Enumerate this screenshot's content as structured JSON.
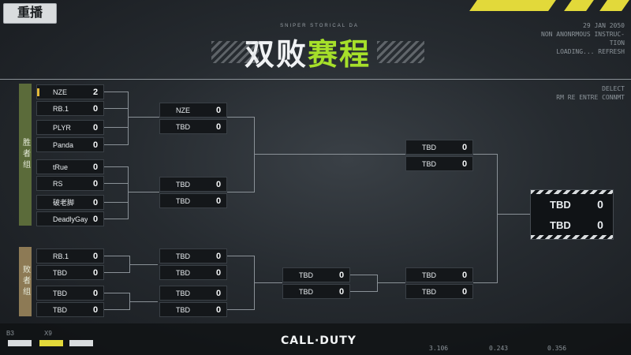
{
  "header": {
    "replay_label": "重播",
    "title_small": "SNIPER STORICAL DA",
    "title_part1": "双败",
    "title_part2": "赛程"
  },
  "info": {
    "date": "29 JAN 2050",
    "line2": "NON ANONRMOUS INSTRUC-",
    "line3": "TION",
    "line4": "LOADING... REFRESH",
    "line5": "DELECT",
    "line6": "RM RE ENTRE CONNMT"
  },
  "groups": {
    "winners": "胜者组",
    "losers": "败者组"
  },
  "winners_r1": [
    {
      "name": "NZE",
      "score": "2"
    },
    {
      "name": "RB.1",
      "score": "0"
    },
    {
      "name": "PLYR",
      "score": "0"
    },
    {
      "name": "Panda",
      "score": "0"
    },
    {
      "name": "tRue",
      "score": "0"
    },
    {
      "name": "RS",
      "score": "0"
    },
    {
      "name": "破老脚",
      "score": "0"
    },
    {
      "name": "DeadlyGay",
      "score": "0"
    }
  ],
  "winners_r2": [
    {
      "name": "NZE",
      "score": "0"
    },
    {
      "name": "TBD",
      "score": "0"
    },
    {
      "name": "TBD",
      "score": "0"
    },
    {
      "name": "TBD",
      "score": "0"
    }
  ],
  "winners_r3": [
    {
      "name": "TBD",
      "score": "0"
    },
    {
      "name": "TBD",
      "score": "0"
    }
  ],
  "losers_r1": [
    {
      "name": "RB.1",
      "score": "0"
    },
    {
      "name": "TBD",
      "score": "0"
    },
    {
      "name": "TBD",
      "score": "0"
    },
    {
      "name": "TBD",
      "score": "0"
    }
  ],
  "losers_r2": [
    {
      "name": "TBD",
      "score": "0"
    },
    {
      "name": "TBD",
      "score": "0"
    },
    {
      "name": "TBD",
      "score": "0"
    },
    {
      "name": "TBD",
      "score": "0"
    }
  ],
  "losers_r3": [
    {
      "name": "TBD",
      "score": "0"
    },
    {
      "name": "TBD",
      "score": "0"
    }
  ],
  "losers_r4": [
    {
      "name": "TBD",
      "score": "0"
    },
    {
      "name": "TBD",
      "score": "0"
    }
  ],
  "final": [
    {
      "name": "TBD",
      "score": "0"
    },
    {
      "name": "TBD",
      "score": "0"
    }
  ],
  "footer": {
    "logo": "CALL·DUTY",
    "b3": "B3",
    "x9": "X9",
    "num1": "3.106",
    "num2": "0.243",
    "num3": "0.356"
  },
  "colors": {
    "accent": "#a6e02a",
    "yellow": "#e2d93a",
    "winners_tab": "#5b6b3a",
    "losers_tab": "#8d7a55"
  }
}
